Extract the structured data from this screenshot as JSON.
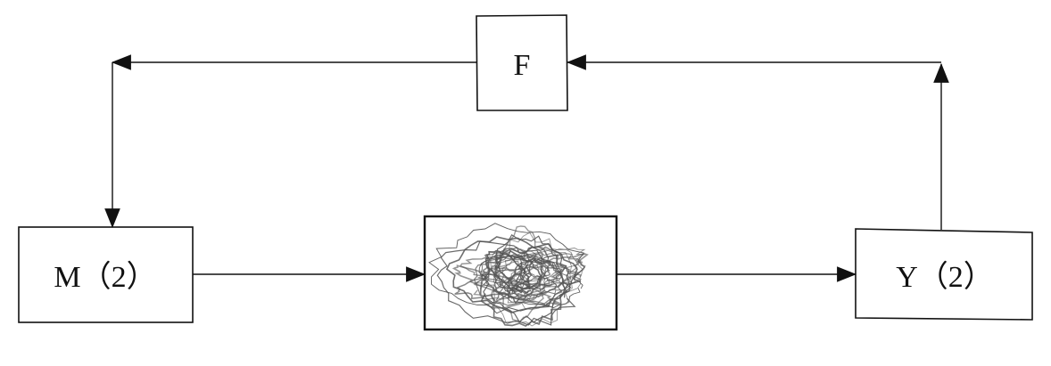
{
  "diagram": {
    "nodes": {
      "feedback": {
        "label": "F"
      },
      "input": {
        "label": "M（2）"
      },
      "process": {
        "label": ""
      },
      "output": {
        "label": "Y（2）"
      }
    },
    "edges": [
      {
        "from": "input",
        "to": "process"
      },
      {
        "from": "process",
        "to": "output"
      },
      {
        "from": "output",
        "to": "feedback"
      },
      {
        "from": "feedback",
        "to": "input"
      }
    ],
    "colors": {
      "stroke": "#111111",
      "tangle": "#555555",
      "background": "#ffffff"
    }
  }
}
